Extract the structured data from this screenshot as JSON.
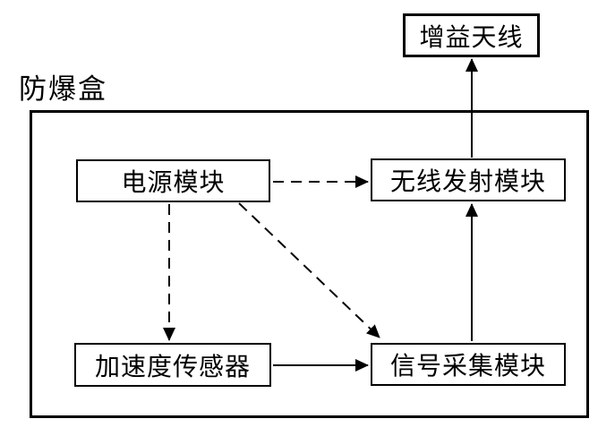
{
  "diagram": {
    "container_label": "防爆盒",
    "nodes": {
      "antenna": {
        "label": "增益天线"
      },
      "power": {
        "label": "电源模块"
      },
      "wireless": {
        "label": "无线发射模块"
      },
      "accel": {
        "label": "加速度传感器"
      },
      "signal": {
        "label": "信号采集模块"
      }
    },
    "edges": [
      {
        "from": "电源模块",
        "to": "无线发射模块",
        "style": "dashed",
        "direction": "right"
      },
      {
        "from": "电源模块",
        "to": "加速度传感器",
        "style": "dashed",
        "direction": "down"
      },
      {
        "from": "电源模块",
        "to": "信号采集模块",
        "style": "dashed",
        "direction": "diagonal-down-right"
      },
      {
        "from": "加速度传感器",
        "to": "信号采集模块",
        "style": "solid",
        "direction": "right"
      },
      {
        "from": "信号采集模块",
        "to": "无线发射模块",
        "style": "solid",
        "direction": "up"
      },
      {
        "from": "无线发射模块",
        "to": "增益天线",
        "style": "solid",
        "direction": "up"
      }
    ],
    "colors": {
      "line": "#000000",
      "background": "#ffffff",
      "box_border": "#000000",
      "box_fill": "#ffffff",
      "text": "#000000"
    }
  }
}
